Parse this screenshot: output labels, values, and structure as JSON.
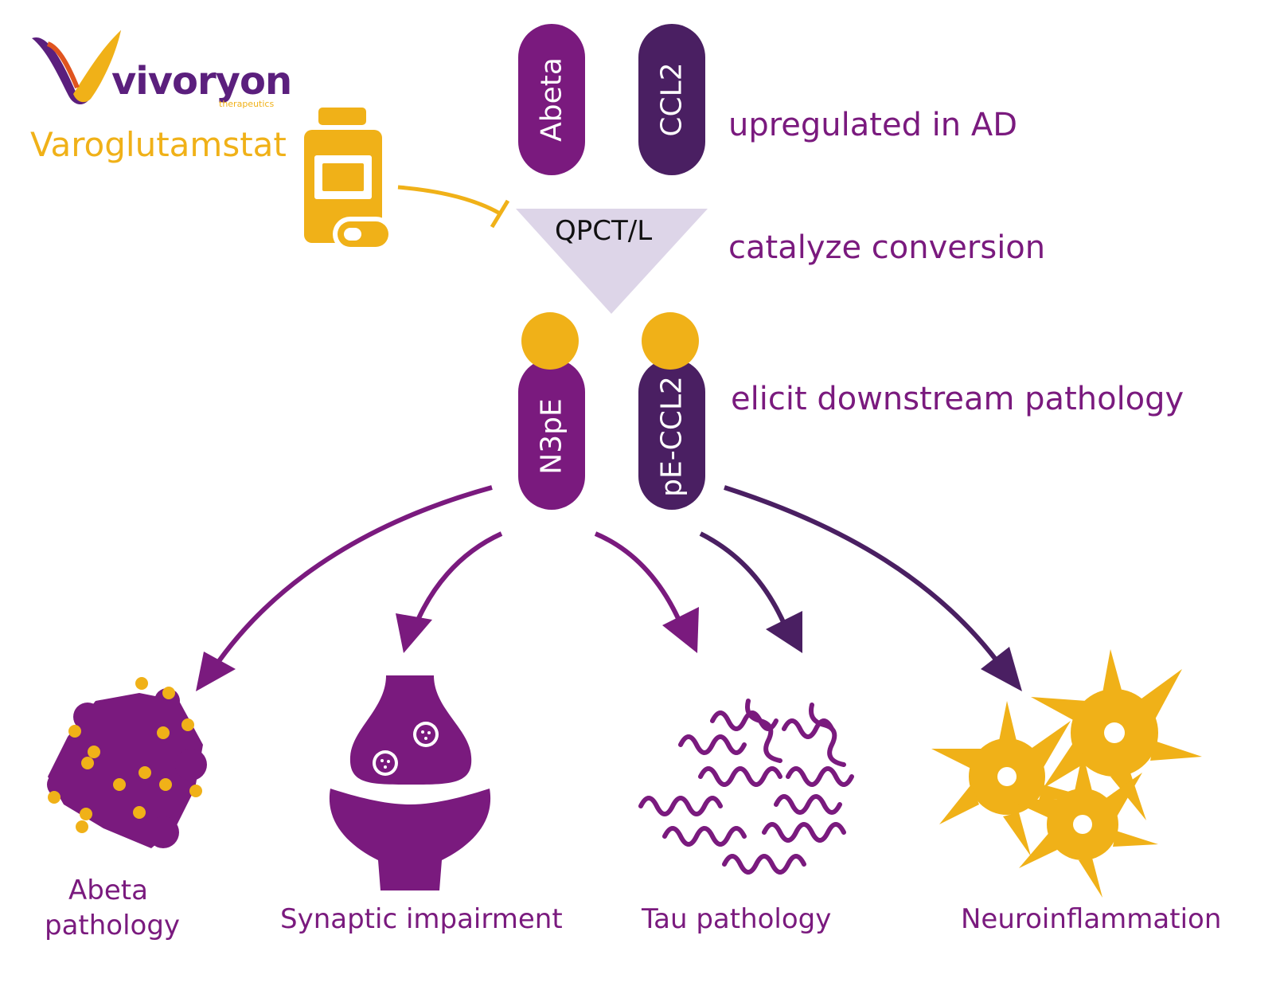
{
  "brand": {
    "name": "vivoryon",
    "tagline": "therapeutics",
    "drug": "Varoglutamstat"
  },
  "enzyme": "QPCT/L",
  "substrates": [
    "Abeta",
    "CCL2"
  ],
  "products": [
    "N3pE",
    "pE-CCL2"
  ],
  "stages": {
    "upregulated": "upregulated in AD",
    "catalyze": "catalyze conversion",
    "elicit": "elicit downstream pathology"
  },
  "outcomes": {
    "abeta_line1": "Abeta",
    "abeta_line2": "pathology",
    "synaptic": "Synaptic impairment",
    "tau": "Tau pathology",
    "neuro": "Neuroinflammation"
  },
  "colors": {
    "purple": "#7a1a7e",
    "dark_purple": "#4a1f62",
    "gold": "#f0b118",
    "lavender": "#ddd5e8"
  }
}
